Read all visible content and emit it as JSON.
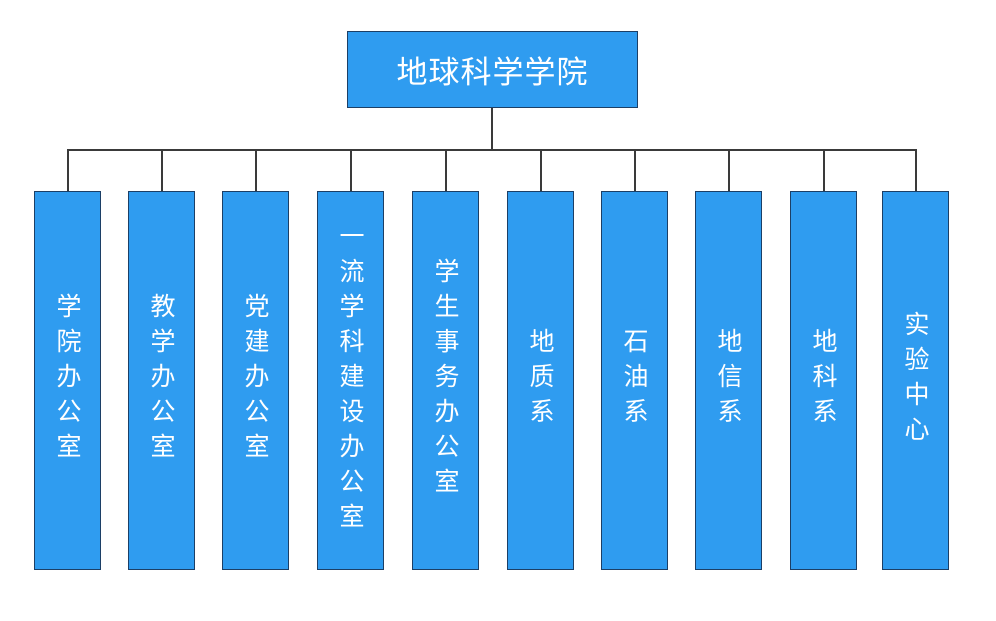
{
  "diagram": {
    "root": {
      "label": "地球科学学院"
    },
    "children": [
      {
        "label": "学院办公室"
      },
      {
        "label": "教学办公室"
      },
      {
        "label": "党建办公室"
      },
      {
        "label": "一流学科建设办公室"
      },
      {
        "label": "学生事务办公室"
      },
      {
        "label": "地质系"
      },
      {
        "label": "石油系"
      },
      {
        "label": "地信系"
      },
      {
        "label": "地科系"
      },
      {
        "label": "实验中心"
      }
    ],
    "colors": {
      "node_fill": "#2f9cf0",
      "node_border": "#1c3f66",
      "node_text": "#ffffff",
      "connector": "#3a3a3a"
    }
  }
}
